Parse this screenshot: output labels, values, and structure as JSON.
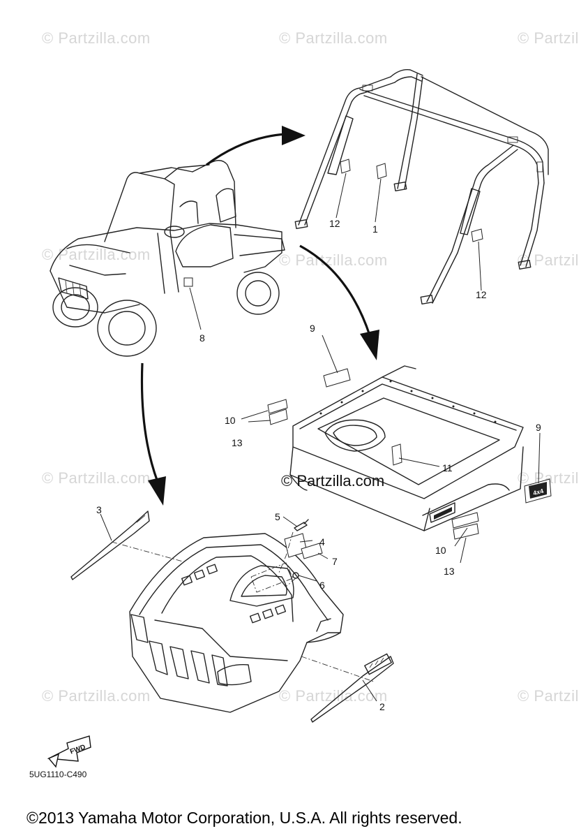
{
  "watermarks": [
    {
      "text": "© Partzilla.com"
    },
    {
      "text": "© Partzilla.com"
    },
    {
      "text": "© Partzil"
    },
    {
      "text": "© Partzilla.com"
    },
    {
      "text": "© Partzilla.com"
    },
    {
      "text": "© Partzil"
    },
    {
      "text": "© Partzilla.com"
    },
    {
      "text": "© Partzil"
    },
    {
      "text": "© Partzilla.com"
    },
    {
      "text": "© Partzilla.com"
    },
    {
      "text": "© Partzil"
    }
  ],
  "center_watermark": "© Partzilla.com",
  "callouts": {
    "c1": "1",
    "c2": "2",
    "c3": "3",
    "c4": "4",
    "c5": "5",
    "c6": "6",
    "c7": "7",
    "c8": "8",
    "c9a": "9",
    "c9b": "9",
    "c10a": "10",
    "c10b": "10",
    "c11": "11",
    "c12a": "12",
    "c12b": "12",
    "c13a": "13",
    "c13b": "13"
  },
  "fwd_label": "FWD",
  "decal_text": "4x4",
  "diagram_code": "5UG1110-C490",
  "copyright": "©2013 Yamaha Motor Corporation, U.S.A. All rights reserved."
}
